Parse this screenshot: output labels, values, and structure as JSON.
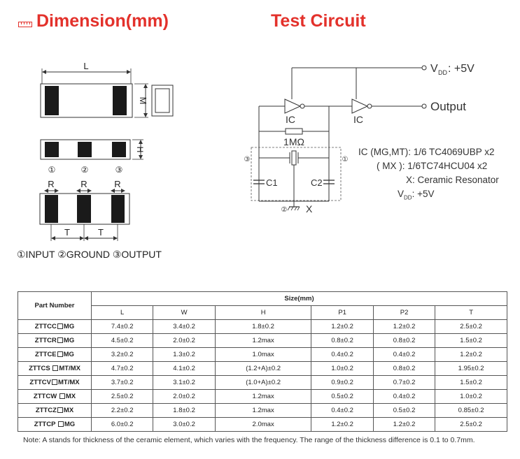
{
  "dimension": {
    "title": "Dimension(mm)",
    "labels": {
      "L": "L",
      "M": "M",
      "H": "H",
      "R": "R",
      "T": "T",
      "c1": "①",
      "c2": "②",
      "c3": "③"
    },
    "pin_legend": "①INPUT ②GROUND ③OUTPUT"
  },
  "test_circuit": {
    "title": "Test Circuit",
    "vdd_label": "V",
    "vdd_sub": "DD",
    "vdd_value": ": +5V",
    "output_label": "Output",
    "ic_label": "IC",
    "resistor_label": "1MΩ",
    "c1_label": "C1",
    "c2_label": "C2",
    "x_label": "X",
    "pin1": "①",
    "pin2": "②",
    "pin3": "③",
    "notes": {
      "line1": "IC (MG,MT): 1/6  TC4069UBP x2",
      "line2": "( MX ): 1/6TC74HCU04 x2",
      "line3": "X: Ceramic Resonator",
      "line4_v": "V",
      "line4_sub": "DD",
      "line4_val": ": +5V"
    }
  },
  "table": {
    "part_header": "Part Number",
    "size_header": "Size(mm)",
    "columns": [
      "L",
      "W",
      "H",
      "P1",
      "P2",
      "T"
    ],
    "rows": [
      {
        "pre": "ZTTCC",
        "suf": "MG",
        "cells": [
          "7.4±0.2",
          "3.4±0.2",
          "1.8±0.2",
          "1.2±0.2",
          "1.2±0.2",
          "2.5±0.2"
        ]
      },
      {
        "pre": "ZTTCR",
        "suf": "MG",
        "cells": [
          "4.5±0.2",
          "2.0±0.2",
          "1.2max",
          "0.8±0.2",
          "0.8±0.2",
          "1.5±0.2"
        ]
      },
      {
        "pre": "ZTTCE",
        "suf": "MG",
        "cells": [
          "3.2±0.2",
          "1.3±0.2",
          "1.0max",
          "0.4±0.2",
          "0.4±0.2",
          "1.2±0.2"
        ]
      },
      {
        "pre": "ZTTCS ",
        "suf": "MT/MX",
        "cells": [
          "4.7±0.2",
          "4.1±0.2",
          "(1.2+A)±0.2",
          "1.0±0.2",
          "0.8±0.2",
          "1.95±0.2"
        ]
      },
      {
        "pre": "ZTTCV",
        "suf": "MT/MX",
        "cells": [
          "3.7±0.2",
          "3.1±0.2",
          "(1.0+A)±0.2",
          "0.9±0.2",
          "0.7±0.2",
          "1.5±0.2"
        ]
      },
      {
        "pre": "ZTTCW ",
        "suf": "MX",
        "cells": [
          "2.5±0.2",
          "2.0±0.2",
          "1.2max",
          "0.5±0.2",
          "0.4±0.2",
          "1.0±0.2"
        ]
      },
      {
        "pre": "ZTTCZ",
        "suf": "MX",
        "cells": [
          "2.2±0.2",
          "1.8±0.2",
          "1.2max",
          "0.4±0.2",
          "0.5±0.2",
          "0.85±0.2"
        ]
      },
      {
        "pre": "ZTTCP ",
        "suf": "MG",
        "cells": [
          "6.0±0.2",
          "3.0±0.2",
          "2.0max",
          "1.2±0.2",
          "1.2±0.2",
          "2.5±0.2"
        ]
      }
    ],
    "note": "Note: A stands for thickness of the ceramic element, which varies with the frequency. The range of the thickness difference is 0.1 to 0.7mm."
  }
}
